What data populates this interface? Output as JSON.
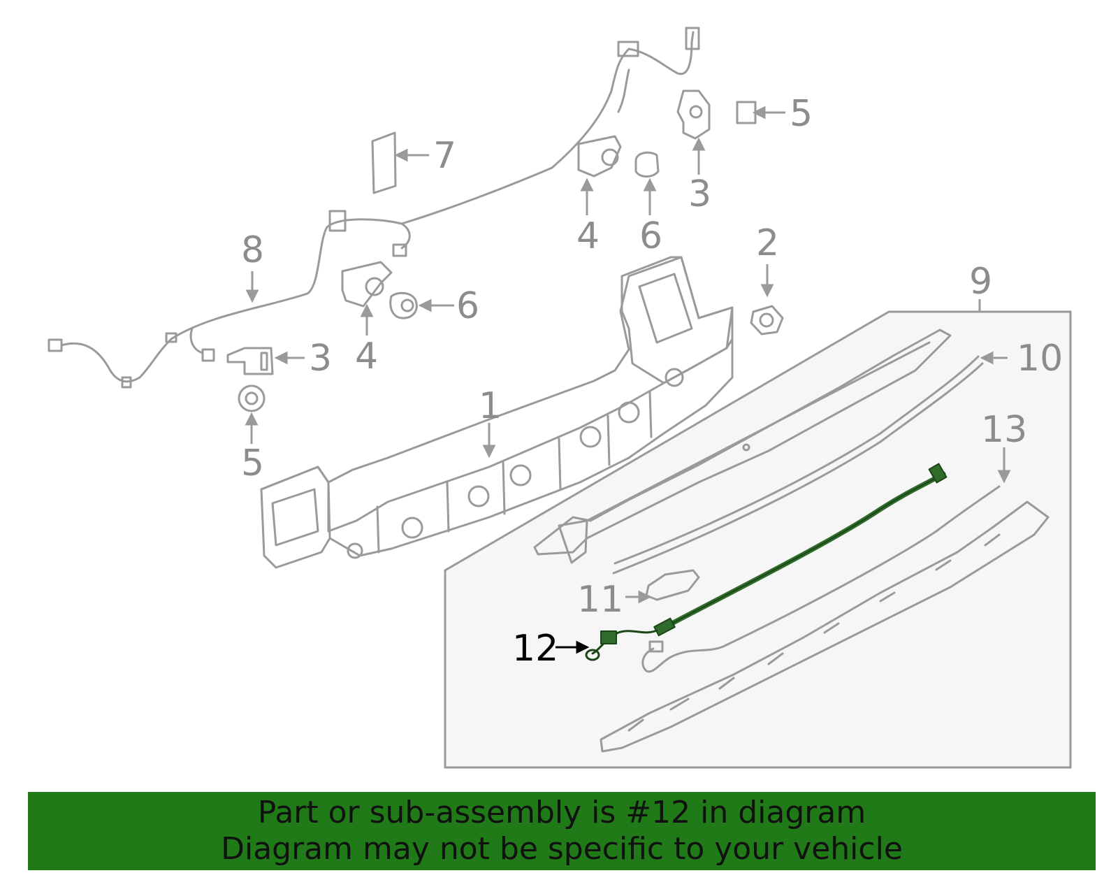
{
  "colors": {
    "line_gray": "#9a9a9a",
    "label_gray": "#8c8c8c",
    "highlight_green": "#2f6b2a",
    "highlight_label": "#000000",
    "footer_bg": "#1f7a17",
    "box_fill": "#f6f6f6"
  },
  "callouts": [
    {
      "id": "c-7",
      "text": "7"
    },
    {
      "id": "c-5a",
      "text": "5"
    },
    {
      "id": "c-3a",
      "text": "3"
    },
    {
      "id": "c-4a",
      "text": "4"
    },
    {
      "id": "c-6a",
      "text": "6"
    },
    {
      "id": "c-8",
      "text": "8"
    },
    {
      "id": "c-2",
      "text": "2"
    },
    {
      "id": "c-9",
      "text": "9"
    },
    {
      "id": "c-6b",
      "text": "6"
    },
    {
      "id": "c-4b",
      "text": "4"
    },
    {
      "id": "c-3b",
      "text": "3"
    },
    {
      "id": "c-10",
      "text": "10"
    },
    {
      "id": "c-1",
      "text": "1"
    },
    {
      "id": "c-13",
      "text": "13"
    },
    {
      "id": "c-5b",
      "text": "5"
    },
    {
      "id": "c-11",
      "text": "11"
    },
    {
      "id": "c-12",
      "text": "12"
    }
  ],
  "footer": {
    "line1": "Part or sub-assembly is #12 in diagram",
    "line2": "Diagram may not be specific to your vehicle"
  }
}
